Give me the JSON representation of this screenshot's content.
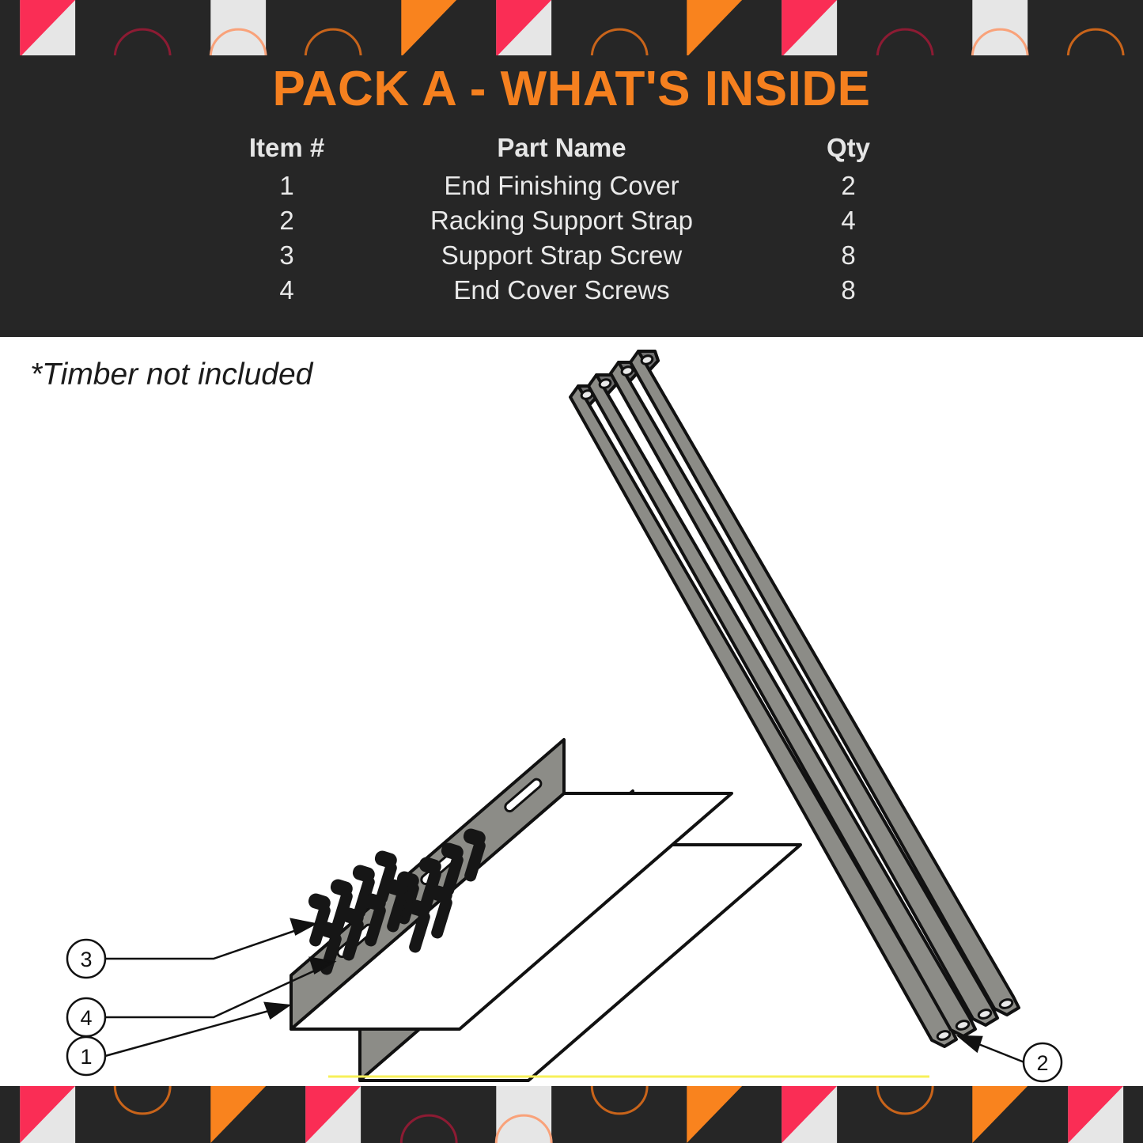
{
  "page": {
    "background": "#ffffff",
    "header_background": "#262626"
  },
  "header": {
    "title": "PACK A - WHAT'S INSIDE",
    "title_color": "#F5801F",
    "text_color": "#E6E6E6",
    "columns": {
      "item": "Item #",
      "part": "Part Name",
      "qty": "Qty"
    },
    "rows": [
      {
        "item": "1",
        "part": "End Finishing Cover",
        "qty": "2"
      },
      {
        "item": "2",
        "part": "Racking Support Strap",
        "qty": "4"
      },
      {
        "item": "3",
        "part": "Support Strap Screw",
        "qty": "8"
      },
      {
        "item": "4",
        "part": "End Cover Screws",
        "qty": "8"
      }
    ]
  },
  "body": {
    "note": "*Timber not included"
  },
  "diagram": {
    "callouts": [
      {
        "id": "3",
        "label": "3"
      },
      {
        "id": "4",
        "label": "4"
      },
      {
        "id": "1",
        "label": "1"
      },
      {
        "id": "2",
        "label": "2"
      }
    ],
    "part_colors": {
      "metal_face": "#8C8C87",
      "metal_flange": "#ffffff",
      "outline": "#111111",
      "screw": "#161616",
      "divider_line": "#F7F05A"
    }
  },
  "decor": {
    "colors": {
      "dark": "#262626",
      "orange": "#F9831E",
      "pink": "#FA2D55",
      "light": "#E6E6E6",
      "arc_red": "#8C1B33",
      "arc_orange": "#C9641A",
      "arc_peach": "#F9A27A"
    },
    "top_tiles": [
      {
        "type": "diag",
        "a": "pink",
        "b": "light"
      },
      {
        "type": "arc",
        "stroke": "arc_red"
      },
      {
        "type": "arcfill",
        "fill": "light",
        "stroke": "arc_peach"
      },
      {
        "type": "arc",
        "stroke": "arc_orange"
      },
      {
        "type": "diag",
        "a": "orange",
        "b": "dark"
      },
      {
        "type": "diag",
        "a": "pink",
        "b": "light"
      },
      {
        "type": "arc",
        "stroke": "arc_orange"
      },
      {
        "type": "diag",
        "a": "orange",
        "b": "dark"
      },
      {
        "type": "diag",
        "a": "pink",
        "b": "light"
      },
      {
        "type": "arc",
        "stroke": "arc_red"
      },
      {
        "type": "arcfill",
        "fill": "light",
        "stroke": "arc_peach"
      },
      {
        "type": "arc",
        "stroke": "arc_orange"
      }
    ],
    "bottom_tiles": [
      {
        "type": "diag",
        "a": "pink",
        "b": "light"
      },
      {
        "type": "arcdown",
        "stroke": "arc_orange"
      },
      {
        "type": "diag",
        "a": "orange",
        "b": "dark"
      },
      {
        "type": "diag",
        "a": "pink",
        "b": "light"
      },
      {
        "type": "arcup",
        "stroke": "arc_red"
      },
      {
        "type": "arcfill",
        "fill": "light",
        "stroke": "arc_peach"
      },
      {
        "type": "arcdown",
        "stroke": "arc_orange"
      },
      {
        "type": "diag",
        "a": "orange",
        "b": "dark"
      },
      {
        "type": "diag",
        "a": "pink",
        "b": "light"
      },
      {
        "type": "arcdown",
        "stroke": "arc_orange"
      },
      {
        "type": "diag",
        "a": "orange",
        "b": "dark"
      },
      {
        "type": "diag",
        "a": "pink",
        "b": "light"
      }
    ]
  }
}
